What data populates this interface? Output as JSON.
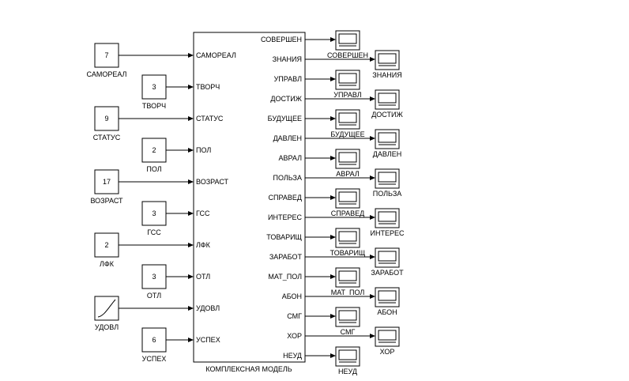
{
  "subsystem": {
    "title": "КОМПЛЕКСНАЯ МОДЕЛЬ",
    "inputs": [
      "САМОРЕАЛ",
      "ТВОРЧ",
      "СТАТУС",
      "ПОЛ",
      "ВОЗРАСТ",
      "ГСС",
      "ЛФК",
      "ОТЛ",
      "УДОВЛ",
      "УСПЕХ"
    ],
    "outputs": [
      "СОВЕРШЕН",
      "ЗНАНИЯ",
      "УПРАВЛ",
      "ДОСТИЖ",
      "БУДУЩЕЕ",
      "ДАВЛЕН",
      "АВРАЛ",
      "ПОЛЬЗА",
      "СПРАВЕД",
      "ИНТЕРЕС",
      "ТОВАРИЩ",
      "ЗАРАБОТ",
      "МАТ_ПОЛ",
      "АБОН",
      "СМГ",
      "ХОР",
      "НЕУД"
    ]
  },
  "sources": [
    {
      "name": "САМОРЕАЛ",
      "value": "7"
    },
    {
      "name": "ТВОРЧ",
      "value": "3"
    },
    {
      "name": "СТАТУС",
      "value": "9"
    },
    {
      "name": "ПОЛ",
      "value": "2"
    },
    {
      "name": "ВОЗРАСТ",
      "value": "17"
    },
    {
      "name": "ГСС",
      "value": "3"
    },
    {
      "name": "ЛФК",
      "value": "2"
    },
    {
      "name": "ОТЛ",
      "value": "3"
    },
    {
      "name": "УДОВЛ",
      "value": "",
      "icon": "ramp-icon"
    },
    {
      "name": "УСПЕХ",
      "value": "6"
    }
  ],
  "scopes": [
    {
      "name": "СОВЕРШЕН"
    },
    {
      "name": "ЗНАНИЯ"
    },
    {
      "name": "УПРАВЛ"
    },
    {
      "name": "ДОСТИЖ"
    },
    {
      "name": "БУДУЩЕЕ"
    },
    {
      "name": "ДАВЛЕН"
    },
    {
      "name": "АВРАЛ"
    },
    {
      "name": "ПОЛЬЗА"
    },
    {
      "name": "СПРАВЕД"
    },
    {
      "name": "ИНТЕРЕС"
    },
    {
      "name": "ТОВАРИЩ"
    },
    {
      "name": "ЗАРАБОТ"
    },
    {
      "name": "МАТ_ПОЛ"
    },
    {
      "name": "АБОН"
    },
    {
      "name": "СМГ"
    },
    {
      "name": "ХОР"
    },
    {
      "name": "НЕУД"
    }
  ],
  "colors": {
    "line": "#000000",
    "scope_screen": "#ffffff"
  }
}
